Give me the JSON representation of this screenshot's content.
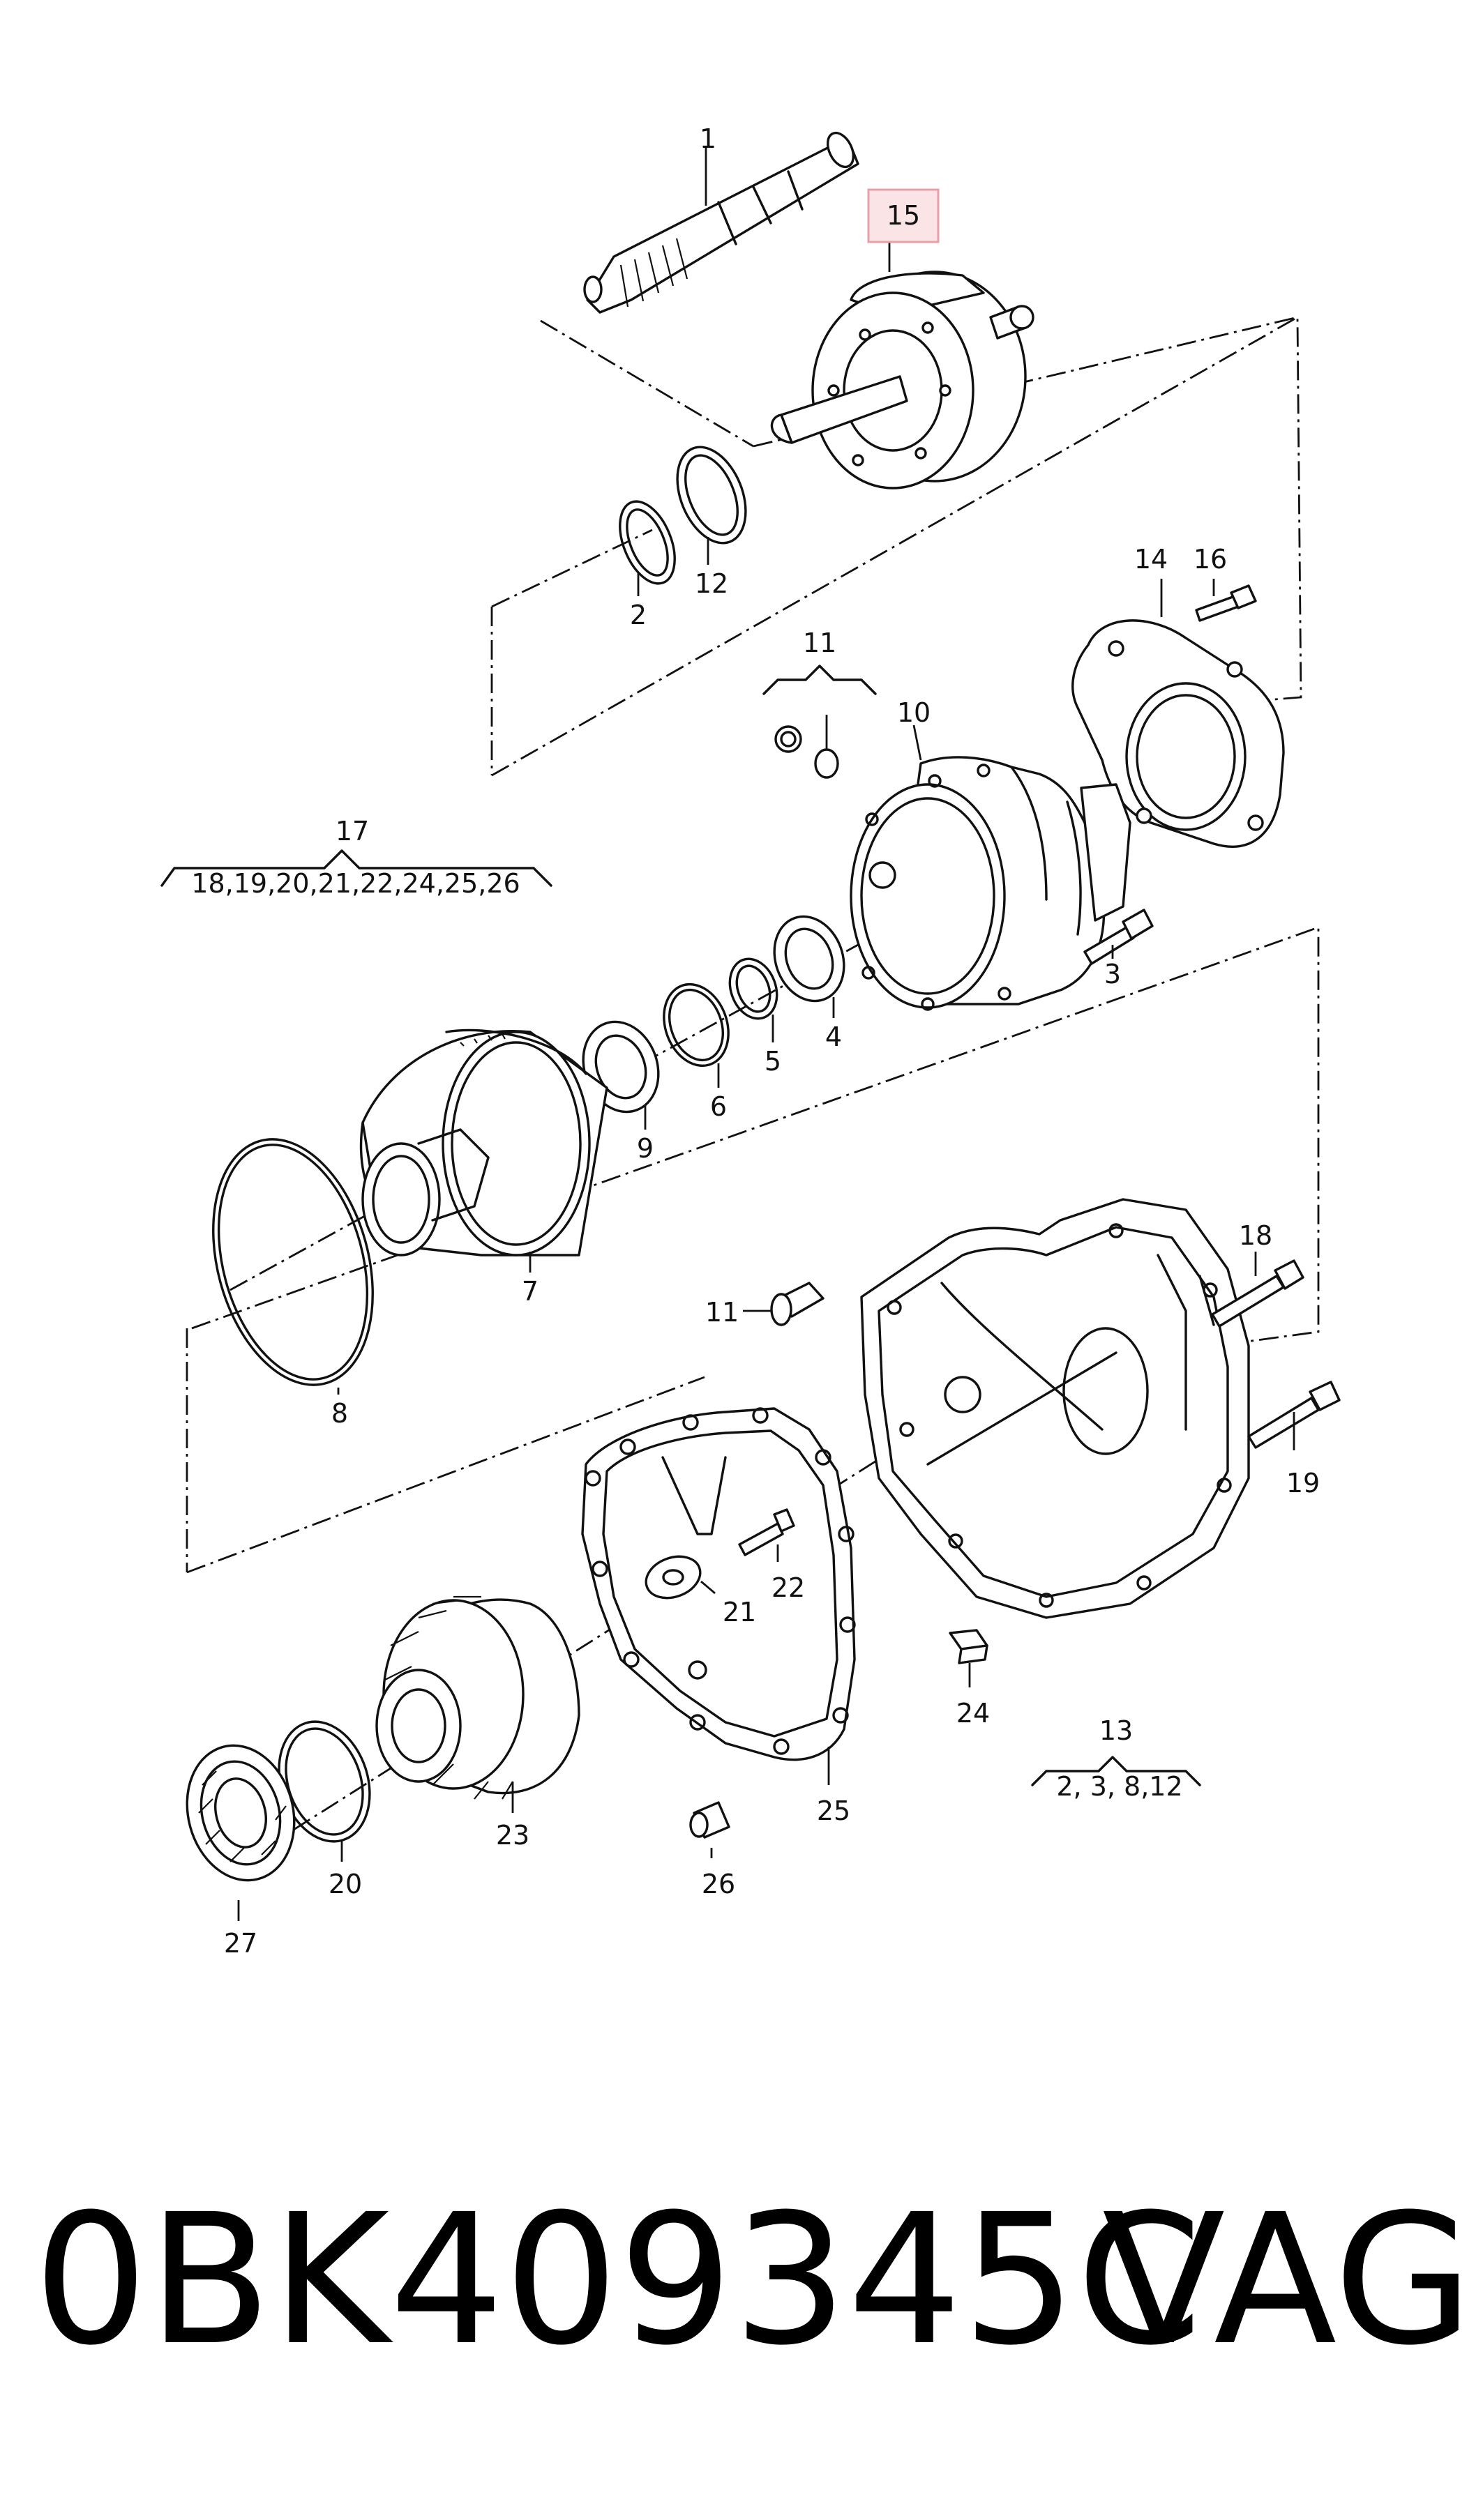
{
  "callouts": {
    "c1": "1",
    "c2": "2",
    "c3": "3",
    "c4": "4",
    "c5": "5",
    "c6": "6",
    "c7": "7",
    "c8": "8",
    "c9": "9",
    "c10": "10",
    "c11a": "11",
    "c11b": "11",
    "c12": "12",
    "c13": "13",
    "c14": "14",
    "c15": "15",
    "c16": "16",
    "c17": "17",
    "c18": "18",
    "c19": "19",
    "c20": "20",
    "c21": "21",
    "c22": "22",
    "c23": "23",
    "c24": "24",
    "c25": "25",
    "c26": "26",
    "c27": "27"
  },
  "groups": {
    "g17_items": "18,19,20,21,22,24,25,26",
    "g13_items": "2, 3, 8,12"
  },
  "highlight": {
    "callout": "15",
    "color": "#e8a0a8",
    "fill": "#fbe4e6"
  },
  "caption": {
    "part_number": "0BK409345C",
    "brand": "VAG"
  }
}
